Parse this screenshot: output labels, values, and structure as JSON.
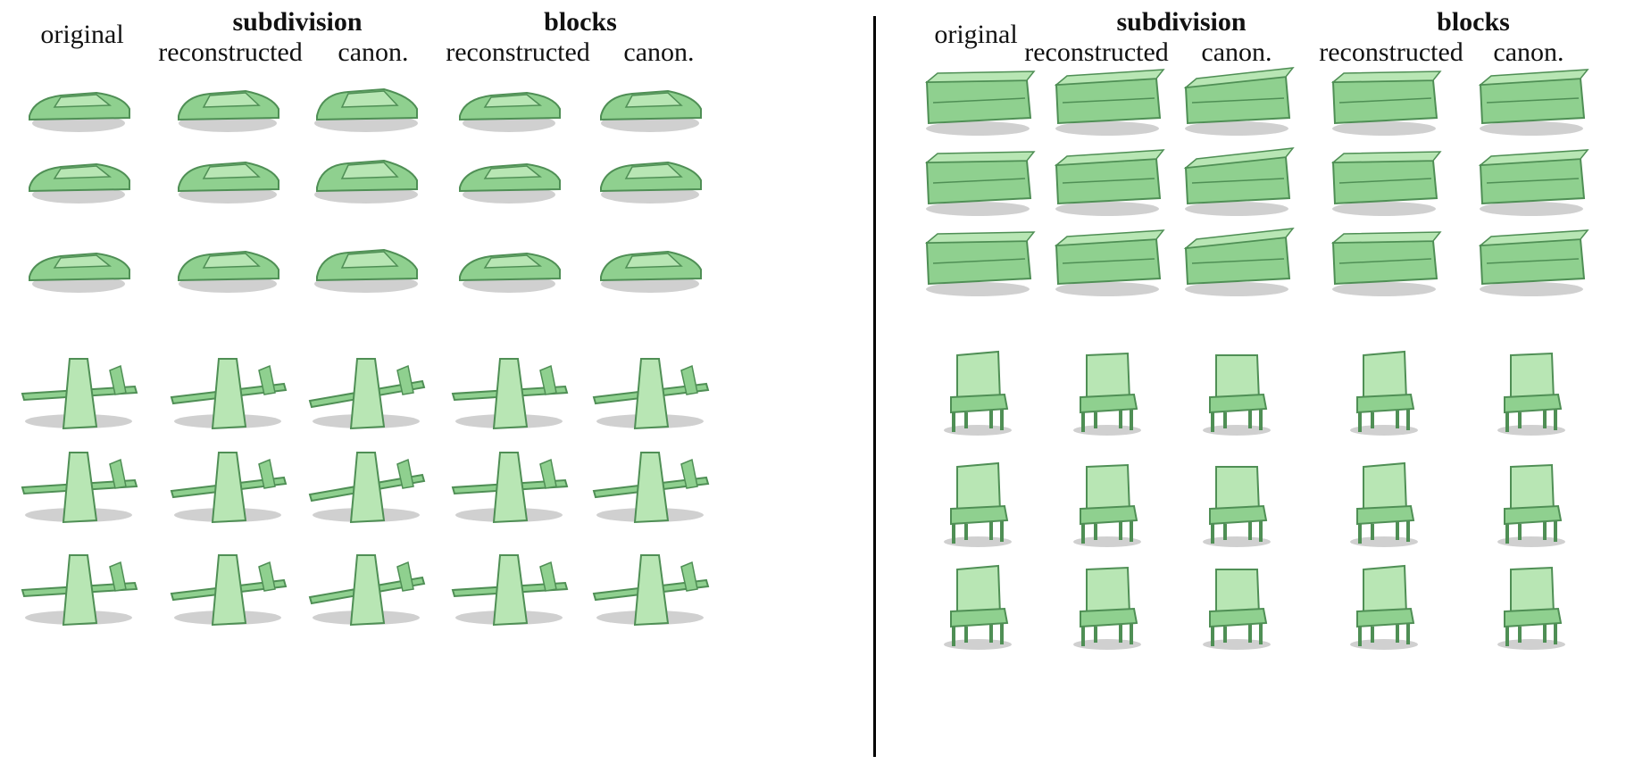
{
  "colors": {
    "shape_fill": "#8fd08f",
    "shape_dark": "#4f8f55",
    "shape_light": "#b8e6b4",
    "shadow": "#d0d0d0",
    "divider": "#000000"
  },
  "panels": [
    {
      "id": "left",
      "headers": {
        "original": "original",
        "groups": [
          {
            "title": "subdivision",
            "cols": [
              "reconstructed",
              "canon."
            ]
          },
          {
            "title": "blocks",
            "cols": [
              "reconstructed",
              "canon."
            ]
          }
        ]
      },
      "categories": [
        "car",
        "car",
        "car",
        "airplane",
        "airplane",
        "airplane"
      ]
    },
    {
      "id": "right",
      "headers": {
        "original": "original",
        "groups": [
          {
            "title": "subdivision",
            "cols": [
              "reconstructed",
              "canon."
            ]
          },
          {
            "title": "blocks",
            "cols": [
              "reconstructed",
              "canon."
            ]
          }
        ]
      },
      "categories": [
        "sofa",
        "sofa",
        "sofa",
        "chair",
        "chair",
        "chair"
      ]
    }
  ],
  "icon_names": {
    "car": "car-icon",
    "airplane": "airplane-icon",
    "sofa": "sofa-icon",
    "chair": "chair-icon"
  }
}
